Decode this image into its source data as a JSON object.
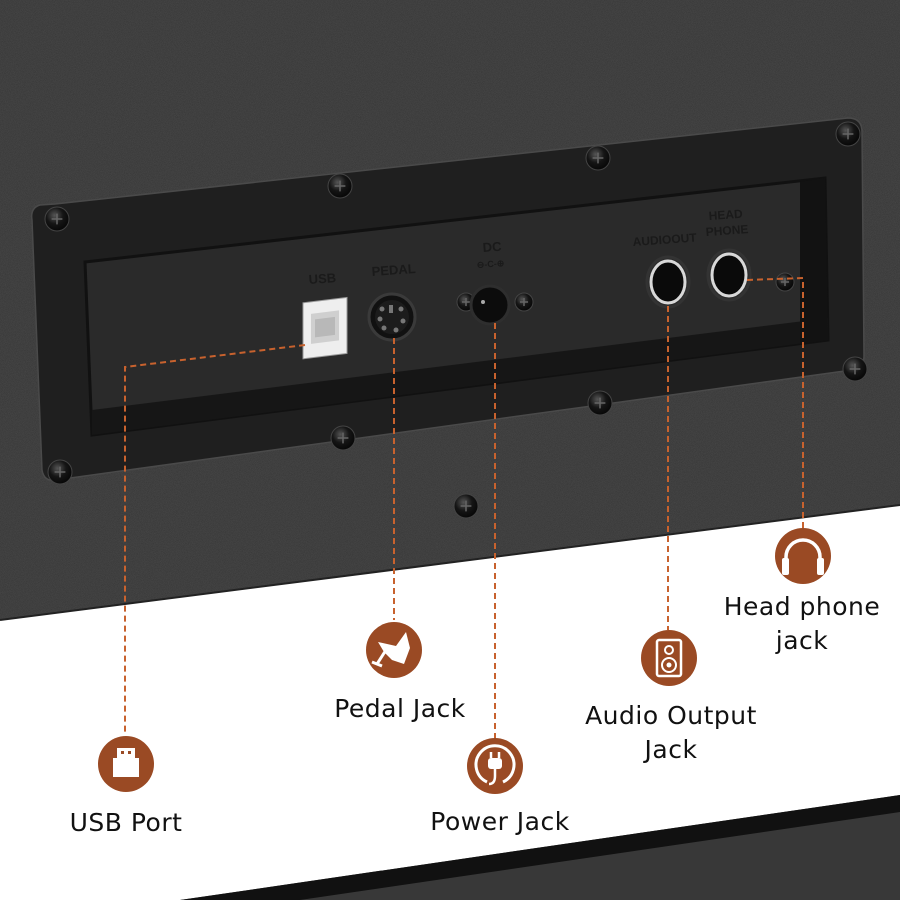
{
  "colors": {
    "body_dark": "#333333",
    "panel_black": "#202020",
    "recess": "#2b2b2b",
    "accent": "#9a4a24",
    "leader": "#c8622e",
    "background": "#ffffff"
  },
  "panel_markings": {
    "usb": "USB",
    "pedal": "PEDAL",
    "dc": "DC",
    "dc_polarity": "⊖-C-⊕",
    "audio_out": "AUDIOOUT",
    "headphone_line1": "HEAD",
    "headphone_line2": "PHONE"
  },
  "callouts": [
    {
      "id": "usb",
      "icon": "usb-icon",
      "lines": [
        "USB Port"
      ]
    },
    {
      "id": "pedal",
      "icon": "pedal-icon",
      "lines": [
        "Pedal Jack"
      ]
    },
    {
      "id": "power",
      "icon": "power-plug-icon",
      "lines": [
        "Power Jack"
      ]
    },
    {
      "id": "audio",
      "icon": "speaker-icon",
      "lines": [
        "Audio Output",
        "Jack"
      ]
    },
    {
      "id": "headphone",
      "icon": "headphones-icon",
      "lines": [
        "Head phone",
        "jack"
      ]
    }
  ]
}
